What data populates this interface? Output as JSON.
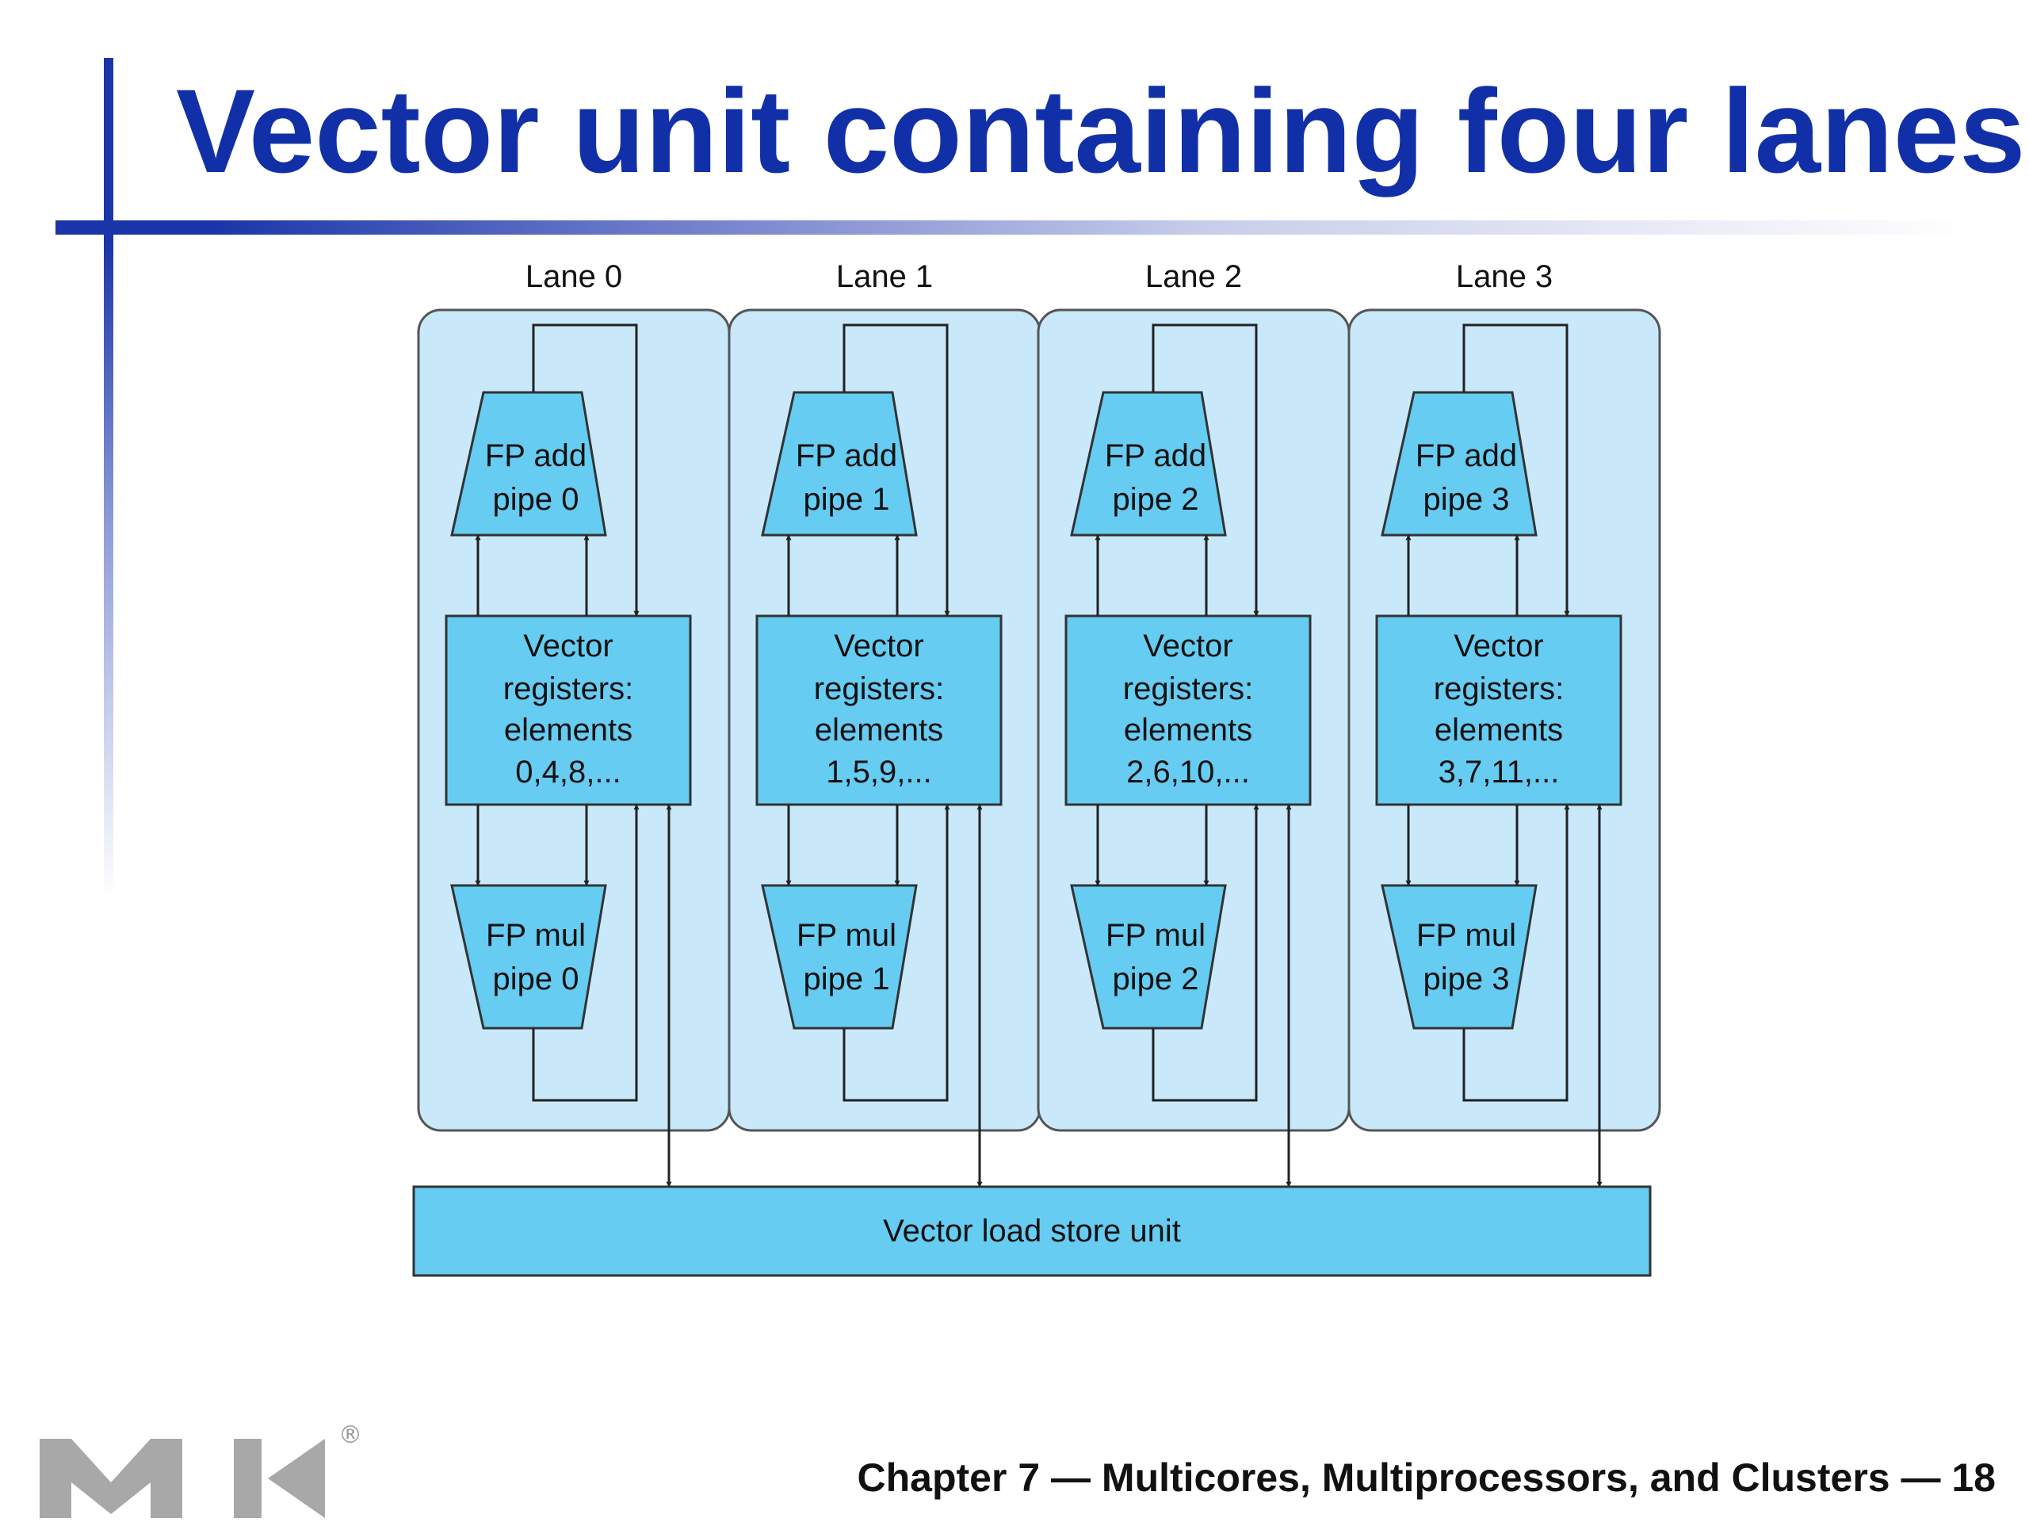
{
  "slide": {
    "title": "Vector unit containing four lanes",
    "footer": "Chapter 7 — Multicores, Multiprocessors, and Clusters — 18"
  },
  "diagram": {
    "lanes": [
      {
        "label": "Lane 0",
        "add_line1": "FP add",
        "add_line2": "pipe 0",
        "reg_lines": [
          "Vector",
          "registers:",
          "elements",
          "0,4,8,..."
        ],
        "mul_line1": "FP mul",
        "mul_line2": "pipe 0"
      },
      {
        "label": "Lane 1",
        "add_line1": "FP add",
        "add_line2": "pipe 1",
        "reg_lines": [
          "Vector",
          "registers:",
          "elements",
          "1,5,9,..."
        ],
        "mul_line1": "FP mul",
        "mul_line2": "pipe 1"
      },
      {
        "label": "Lane 2",
        "add_line1": "FP add",
        "add_line2": "pipe 2",
        "reg_lines": [
          "Vector",
          "registers:",
          "elements",
          "2,6,10,..."
        ],
        "mul_line1": "FP mul",
        "mul_line2": "pipe 2"
      },
      {
        "label": "Lane 3",
        "add_line1": "FP add",
        "add_line2": "pipe 3",
        "reg_lines": [
          "Vector",
          "registers:",
          "elements",
          "3,7,11,..."
        ],
        "mul_line1": "FP mul",
        "mul_line2": "pipe 3"
      }
    ],
    "load_store_label": "Vector load store unit"
  },
  "logo": {
    "name": "mk-logo",
    "trademark": "®"
  },
  "colors": {
    "title": "#1130a8",
    "lane_bg": "#c9e9fb",
    "block": "#66ccf2",
    "line": "#222222"
  }
}
